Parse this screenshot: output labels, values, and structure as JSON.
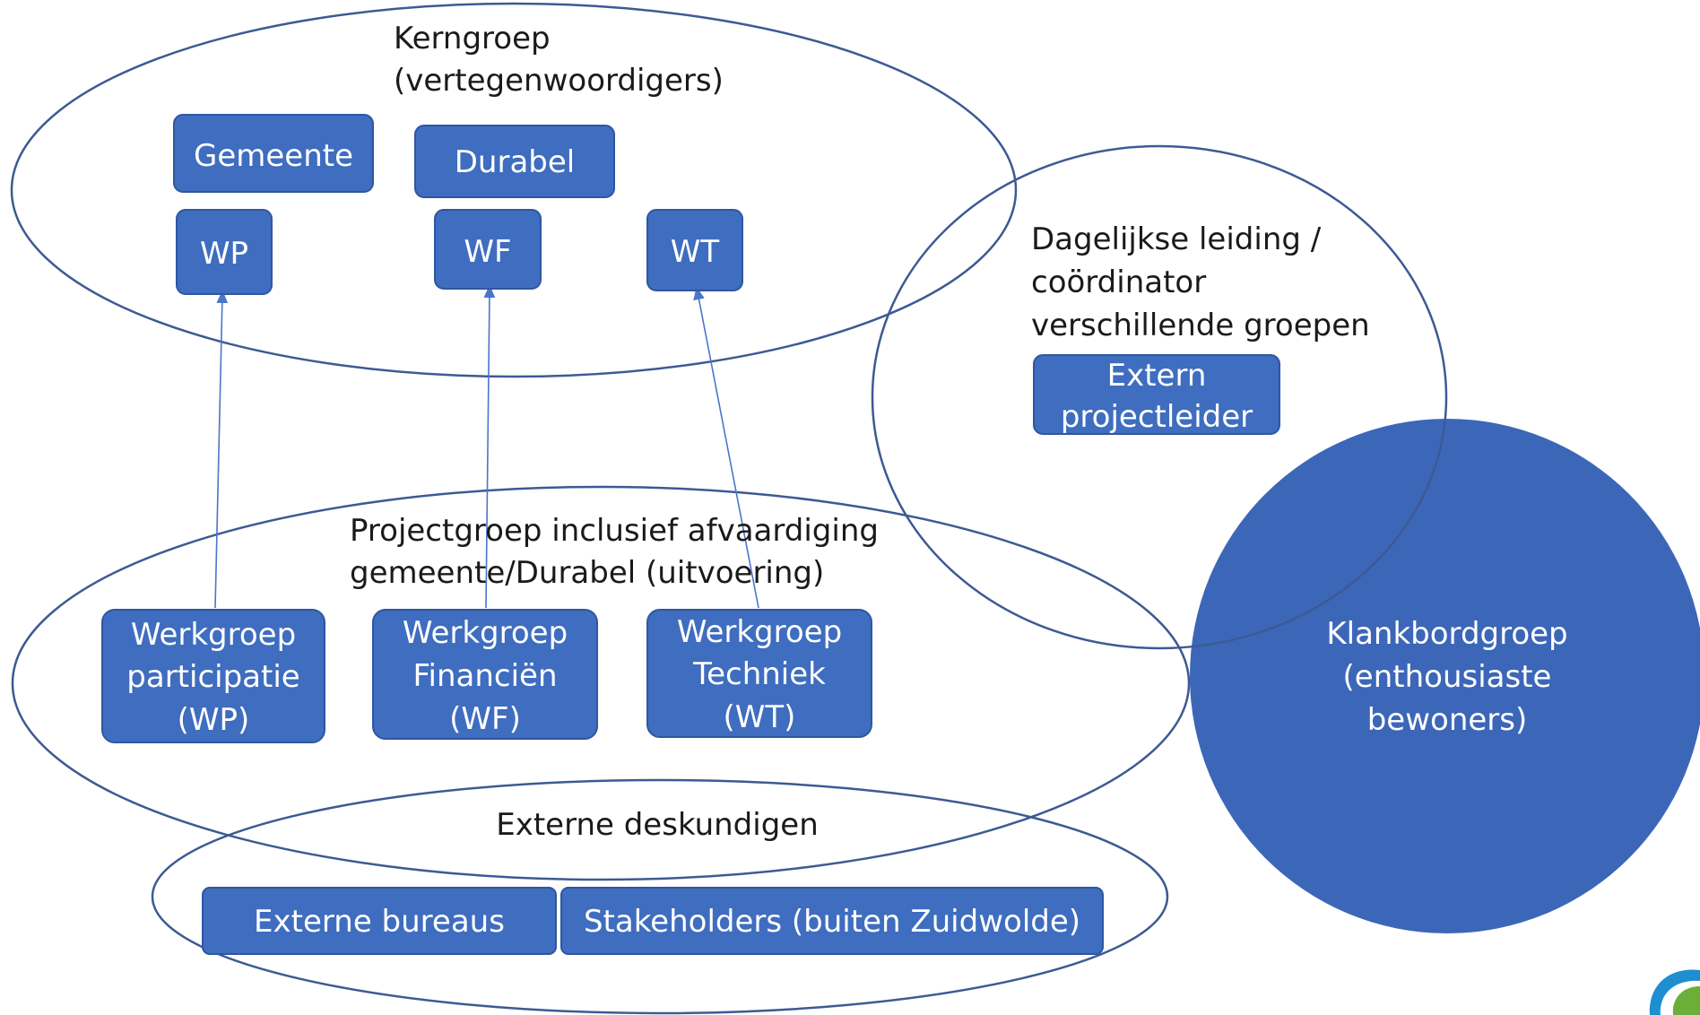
{
  "groups": {
    "kerngroep_line1": "Kerngroep",
    "kerngroep_line2": "(vertegenwoordigers)",
    "dagelijkse_line1": "Dagelijkse leiding /",
    "dagelijkse_line2": "coördinator",
    "dagelijkse_line3": "verschillende groepen",
    "project_line1": "Projectgroep inclusief afvaardiging",
    "project_line2": "gemeente/Durabel (uitvoering)",
    "externe_deskundigen": "Externe deskundigen"
  },
  "boxes": {
    "gemeente": "Gemeente",
    "durabel": "Durabel",
    "wp": "WP",
    "wf": "WF",
    "wt": "WT",
    "extern_line1": "Extern",
    "extern_line2": "projectleider",
    "wg_participatie_1": "Werkgroep",
    "wg_participatie_2": "participatie",
    "wg_participatie_3": "(WP)",
    "wg_financien_1": "Werkgroep",
    "wg_financien_2": "Financiën",
    "wg_financien_3": "(WF)",
    "wg_techniek_1": "Werkgroep",
    "wg_techniek_2": "Techniek",
    "wg_techniek_3": "(WT)",
    "externe_bureaus": "Externe bureaus",
    "stakeholders": "Stakeholders (buiten Zuidwolde)"
  },
  "klankbord": {
    "line1": "Klankbordgroep",
    "line2": "(enthousiaste",
    "line3": "bewoners)"
  },
  "colors": {
    "box_fill": "#3f6dbf",
    "outline": "#3d5a93",
    "circle_fill": "#3c67b8"
  }
}
